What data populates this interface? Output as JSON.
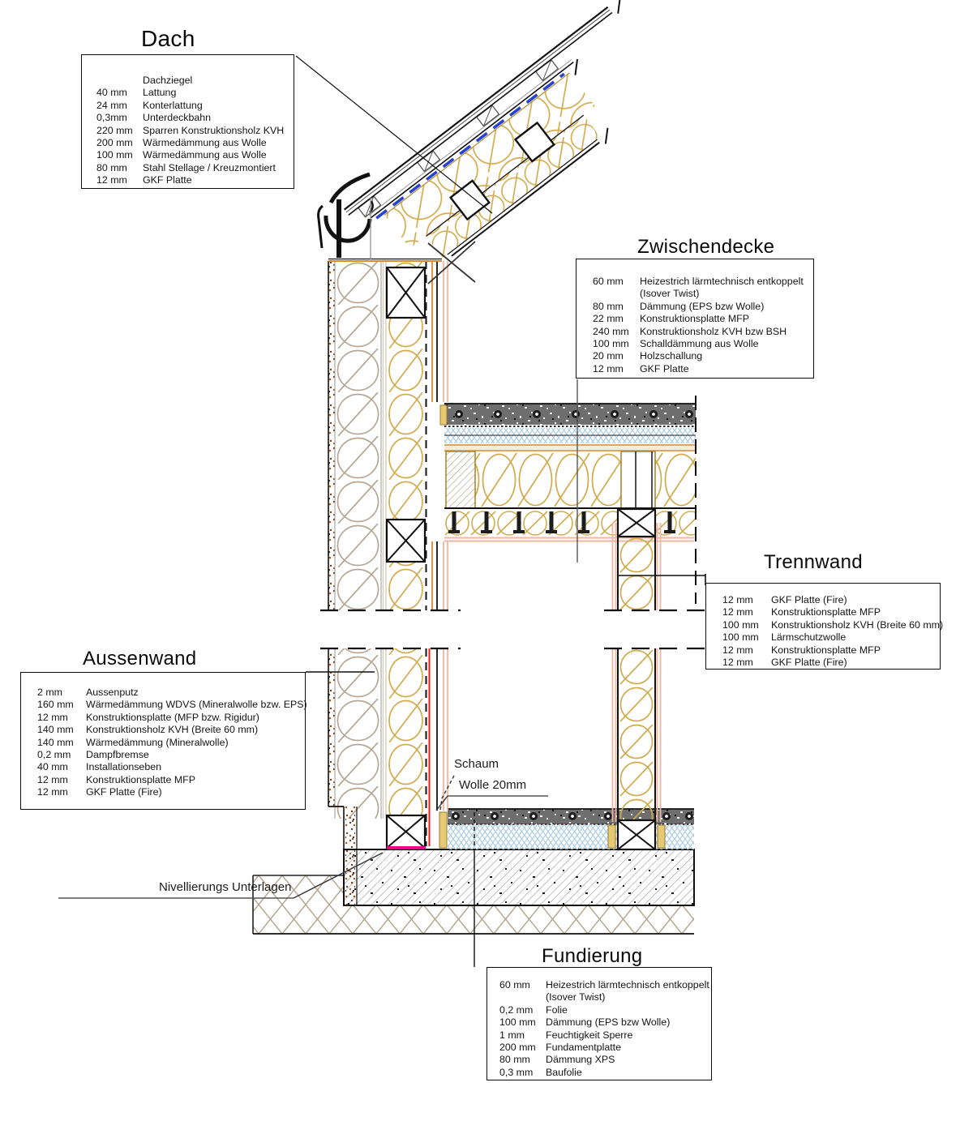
{
  "boxes": {
    "dach": {
      "title": "Dach",
      "items": [
        {
          "dim": "",
          "label": "Dachziegel"
        },
        {
          "dim": "40 mm",
          "label": "Lattung"
        },
        {
          "dim": "24 mm",
          "label": "Konterlattung"
        },
        {
          "dim": "0,3mm",
          "label": "Unterdeckbahn"
        },
        {
          "dim": "220 mm",
          "label": "Sparren Konstruktionsholz KVH"
        },
        {
          "dim": "200 mm",
          "label": "Wärmedämmung aus Wolle"
        },
        {
          "dim": "100 mm",
          "label": "Wärmedämmung aus Wolle"
        },
        {
          "dim": "80 mm",
          "label": "Stahl Stellage / Kreuzmontiert"
        },
        {
          "dim": "12 mm",
          "label": "GKF Platte"
        }
      ]
    },
    "zwischendecke": {
      "title": "Zwischendecke",
      "items": [
        {
          "dim": "60 mm",
          "label": "Heizestrich lärmtechnisch entkoppelt"
        },
        {
          "dim": "",
          "label": "(Isover Twist)"
        },
        {
          "dim": "80 mm",
          "label": "Dämmung (EPS bzw Wolle)"
        },
        {
          "dim": "22 mm",
          "label": "Konstruktionsplatte MFP"
        },
        {
          "dim": "240 mm",
          "label": "Konstruktionsholz KVH bzw BSH"
        },
        {
          "dim": "100 mm",
          "label": "Schalldämmung aus Wolle"
        },
        {
          "dim": "20 mm",
          "label": "Holzschallung"
        },
        {
          "dim": "12 mm",
          "label": "GKF Platte"
        }
      ]
    },
    "trennwand": {
      "title": "Trennwand",
      "items": [
        {
          "dim": "12 mm",
          "label": "GKF Platte (Fire)"
        },
        {
          "dim": "12 mm",
          "label": "Konstruktionsplatte MFP"
        },
        {
          "dim": "100 mm",
          "label": "Konstruktionsholz KVH (Breite 60 mm)"
        },
        {
          "dim": "100 mm",
          "label": "Lärmschutzwolle"
        },
        {
          "dim": "12 mm",
          "label": "Konstruktionsplatte MFP"
        },
        {
          "dim": "12 mm",
          "label": "GKF Platte (Fire)"
        }
      ]
    },
    "aussenwand": {
      "title": "Aussenwand",
      "items": [
        {
          "dim": "2 mm",
          "label": "Aussenputz"
        },
        {
          "dim": "160 mm",
          "label": "Wärmedämmung WDVS (Mineralwolle bzw. EPS)"
        },
        {
          "dim": "12 mm",
          "label": "Konstruktionsplatte (MFP bzw. Rigidur)"
        },
        {
          "dim": "140 mm",
          "label": "Konstruktionsholz KVH (Breite 60 mm)"
        },
        {
          "dim": "140 mm",
          "label": "Wärmedämmung (Mineralwolle)"
        },
        {
          "dim": "0,2 mm",
          "label": "Dampfbremse"
        },
        {
          "dim": "40 mm",
          "label": "Installationseben"
        },
        {
          "dim": "12 mm",
          "label": "Konstruktionsplatte MFP"
        },
        {
          "dim": "12 mm",
          "label": "GKF Platte (Fire)"
        }
      ]
    },
    "fundierung": {
      "title": "Fundierung",
      "items": [
        {
          "dim": "60 mm",
          "label": "Heizestrich lärmtechnisch entkoppelt"
        },
        {
          "dim": "",
          "label": "(Isover Twist)"
        },
        {
          "dim": "0,2 mm",
          "label": "Folie"
        },
        {
          "dim": "100 mm",
          "label": "Dämmung (EPS bzw Wolle)"
        },
        {
          "dim": "1 mm",
          "label": "Feuchtigkeit Sperre"
        },
        {
          "dim": "200 mm",
          "label": "Fundamentplatte"
        },
        {
          "dim": "80 mm",
          "label": "Dämmung XPS"
        },
        {
          "dim": "0,3 mm",
          "label": "Baufolie"
        }
      ]
    }
  },
  "labels": {
    "schaum": "Schaum",
    "wolle": "Wolle 20mm",
    "nivellierung": "Nivellierungs Unterlagen"
  },
  "colors": {
    "insulation_yellow": "#d2ab4f",
    "wdvs_gray": "#b5a795",
    "membrane_blue": "#2743d0",
    "screed_gray": "#6e6e6e",
    "eps_blue": "#a9cbe5",
    "gkf_salmon": "#f1b5a0",
    "plaster_brown": "#7c3a10",
    "ground_tan": "#b3a48e",
    "install_orange": "#e0892b",
    "base_magenta": "#ec008c",
    "barrier_red": "#e1251b"
  }
}
